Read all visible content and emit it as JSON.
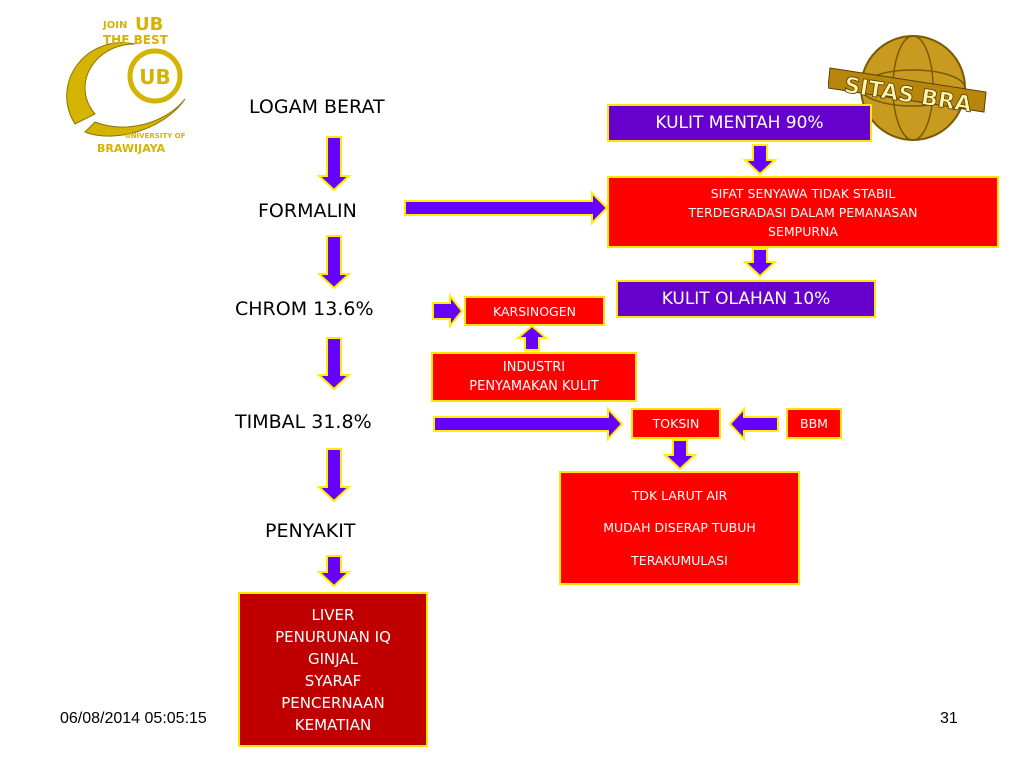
{
  "logo_left": {
    "line1": "JOIN",
    "line1_b": "UB",
    "line2": "THE BEST",
    "badge": "UB",
    "line3": "UNIVERSITY OF",
    "line4": "BRAWIJAYA"
  },
  "logo_right": {
    "text": "SITAS BRA"
  },
  "chain": {
    "logam": "LOGAM BERAT",
    "formalin": "FORMALIN",
    "chrom": "CHROM 13.6%",
    "timbal": "TIMBAL 31.8%",
    "penyakit": "PENYAKIT"
  },
  "boxes": {
    "kulit_mentah": "KULIT MENTAH 90%",
    "sifat": [
      "SIFAT SENYAWA TIDAK STABIL",
      "TERDEGRADASI DALAM PEMANASAN",
      "SEMPURNA"
    ],
    "kulit_olahan": "KULIT OLAHAN 10%",
    "karsinogen": "KARSINOGEN",
    "industri": [
      "INDUSTRI",
      "PENYAMAKAN KULIT"
    ],
    "toksin": "TOKSIN",
    "bbm": "BBM",
    "tdk": [
      "TDK LARUT AIR",
      "MUDAH DISERAP TUBUH",
      "TERAKUMULASI"
    ],
    "effects": [
      "LIVER",
      "PENURUNAN IQ",
      "GINJAL",
      "SYARAF",
      "PENCERNAAN",
      "KEMATIAN"
    ]
  },
  "footer": {
    "datetime": "06/08/2014 05:05:15",
    "page": "31"
  },
  "colors": {
    "red": "#ff0000",
    "purple": "#6600cc",
    "dark_red": "#c00000",
    "arrow_fill": "#6600ff",
    "arrow_stroke": "#ffee00",
    "gold": "#d4b400"
  }
}
